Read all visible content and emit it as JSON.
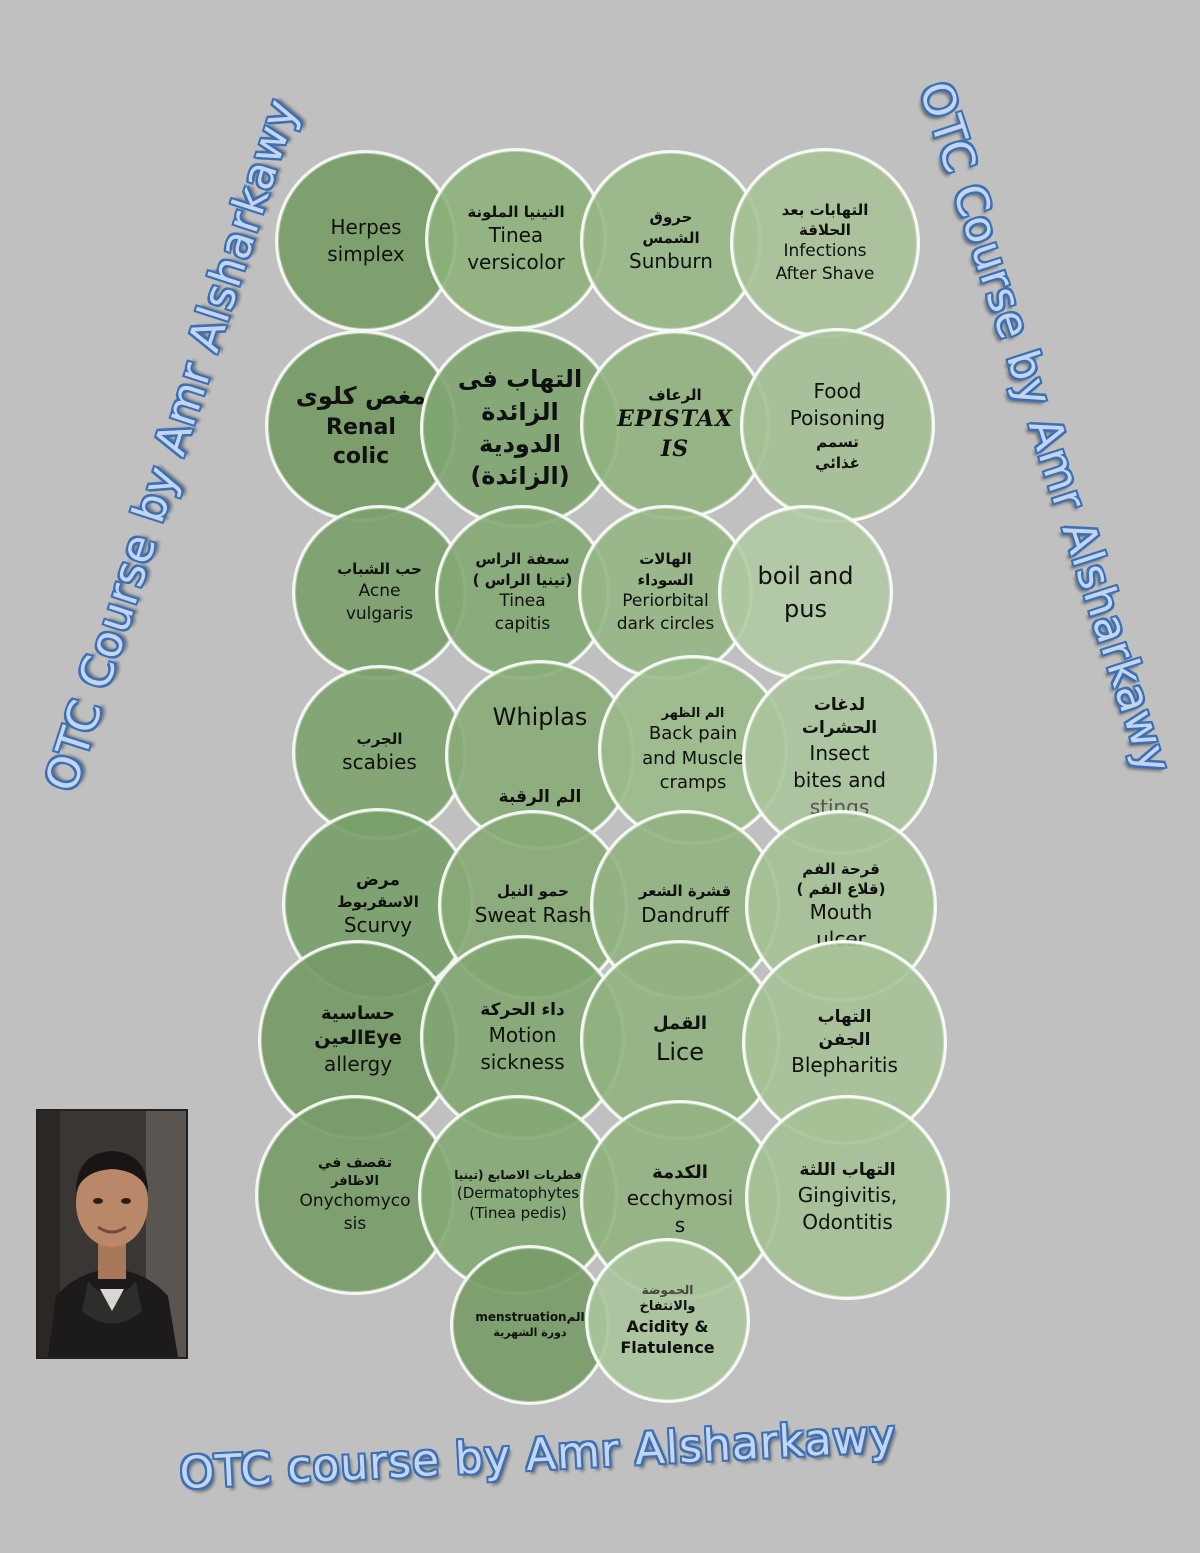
{
  "watermarks": {
    "left": "OTC Course by Amr  Alsharkawy",
    "right": "OTC Course by Amr  Alsharkawy",
    "bottom": "OTC course by Amr  Alsharkawy"
  },
  "colors": {
    "background": "#c0c0c0",
    "bubble_dark": "#7d9f6c",
    "bubble_mid": "#95b384",
    "bubble_light": "#aec3a1",
    "watermark_fill": "#c4d6ef",
    "watermark_outline": "#3c6fb4"
  },
  "topics": {
    "herpes": {
      "en1": "Herpes",
      "en2": "simplex"
    },
    "tinea_v": {
      "ar": "التينيا الملونة",
      "en1": "Tinea",
      "en2": "versicolor"
    },
    "sunburn": {
      "ar1": "حروق",
      "ar2": "الشمس",
      "en": "Sunburn"
    },
    "shave": {
      "ar1": "التهابات بعد",
      "ar2": "الحلاقة",
      "en1": "Infections",
      "en2": "After Shave"
    },
    "renal": {
      "ar": "مغص كلوى",
      "en1": "Renal",
      "en2": "colic"
    },
    "append": {
      "ar1": "التهاب فى",
      "ar2": "الزائدة",
      "ar3": "الدودية",
      "ar4": "(الزائدة)"
    },
    "epistaxis": {
      "ar": "الرعاف",
      "en1": "EPISTAX",
      "en2": "IS"
    },
    "food": {
      "en1": "Food",
      "en2": "Poisoning",
      "ar1": "تسمم",
      "ar2": "غذائي"
    },
    "acne": {
      "ar": "حب الشباب",
      "en1": "Acne",
      "en2": "vulgaris"
    },
    "tinea_c": {
      "ar1": "سعفة الراس",
      "ar2": "( تينيا الراس)",
      "en1": "Tinea",
      "en2": "capitis"
    },
    "dark": {
      "ar1": "الهالات",
      "ar2": "السوداء",
      "en1": "Periorbital",
      "en2": "dark circles"
    },
    "boil": {
      "en1": "boil and",
      "en2": "pus"
    },
    "scabies": {
      "ar": "الجرب",
      "en": "scabies"
    },
    "whiplash": {
      "en": "Whiplas",
      "ar": "الم الرقبة"
    },
    "back": {
      "ar": "الم الظهر",
      "en1": "Back pain",
      "en2": "and Muscle",
      "en3": "cramps"
    },
    "insect": {
      "ar1": "لدغات",
      "ar2": "الحشرات",
      "en1": "Insect",
      "en2": "bites and",
      "en3": "stings"
    },
    "scurvy": {
      "ar1": "مرض",
      "ar2": "الاسقربوط",
      "en": "Scurvy"
    },
    "sweat": {
      "ar": "حمو النيل",
      "en": "Sweat Rash"
    },
    "dandruff": {
      "ar": "قشرة الشعر",
      "en": "Dandruff"
    },
    "mouth": {
      "ar1": "قرحة الفم",
      "ar2": "( قلاع الفم)",
      "en1": "Mouth",
      "en2": "ulcer"
    },
    "eye": {
      "ar1": "حساسية",
      "ar2": "العينEye",
      "en": "allergy"
    },
    "motion": {
      "ar": "داء الحركة",
      "en1": "Motion",
      "en2": "sickness"
    },
    "lice": {
      "ar": "القمل",
      "en": "Lice"
    },
    "bleph": {
      "ar1": "التهاب",
      "ar2": "الجفن",
      "en": "Blepharitis"
    },
    "onycho": {
      "ar1": "تقصف في",
      "ar2": "الاظافر",
      "en1": "Onychomyco",
      "en2": "sis"
    },
    "dermato": {
      "ar": "فطريات الاصابع (تينيا",
      "en1": "(Dermatophytes",
      "en2": "(Tinea pedis)"
    },
    "ecchy": {
      "ar": "الكدمة",
      "en1": "ecchymosi",
      "en2": "s"
    },
    "gingiv": {
      "ar": "التهاب اللثة",
      "en1": "Gingivitis,",
      "en2": "Odontitis"
    },
    "menstr": {
      "en": "menstruationالم",
      "ar": "دورة الشهرية"
    },
    "acidity": {
      "ar1": "الحموضة",
      "ar2": "والانتفاخ",
      "en1": "Acidity &",
      "en2": "Flatulence"
    }
  },
  "photo": {
    "label": "author-photo"
  }
}
